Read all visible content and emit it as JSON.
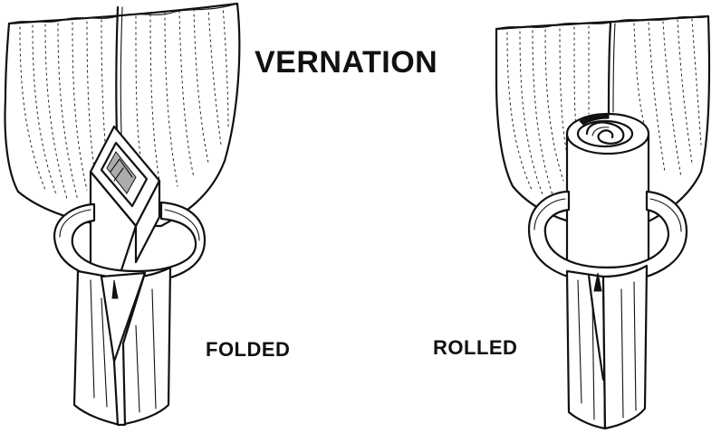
{
  "diagram": {
    "title": "VERNATION",
    "labels": {
      "folded": "FOLDED",
      "rolled": "ROLLED"
    }
  }
}
